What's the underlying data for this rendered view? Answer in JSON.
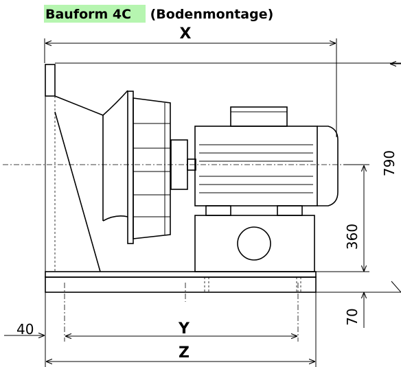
{
  "title": {
    "highlight": "Bauform 4C",
    "rest": " (Bodenmontage)",
    "highlight_color": "#b6f5b0"
  },
  "dimensions": {
    "x": "X",
    "y": "Y",
    "z": "Z",
    "height_total": "790",
    "height_axis": "360",
    "base_height": "70",
    "offset_left": "40"
  }
}
